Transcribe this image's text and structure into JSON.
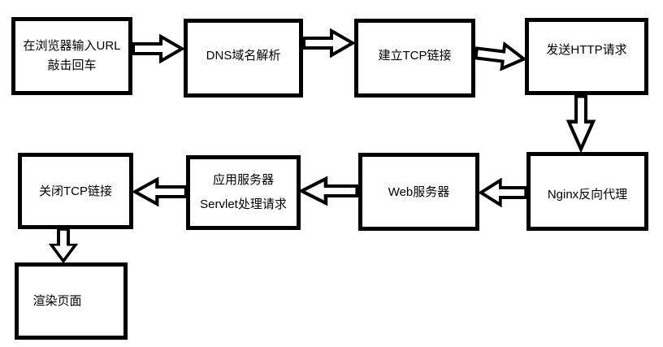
{
  "diagram": {
    "description": "Flowchart of handling a web request from URL input to page render",
    "background_color": "#ffffff",
    "box_border_color": "#000000",
    "box_fill_color": "#ffffff",
    "arrow_fill_color": "#ffffff",
    "arrow_stroke_color": "#000000",
    "boxes": {
      "browser": {
        "line1": "在浏览器输入URL",
        "line2": "敲击回车"
      },
      "dns": {
        "line1": "DNS域名解析"
      },
      "tcp": {
        "line1": "建立TCP链接"
      },
      "http": {
        "line1": "发送HTTP请求"
      },
      "nginx": {
        "line1": "Nginx反向代理"
      },
      "web": {
        "line1": "Web服务器"
      },
      "app": {
        "line1": "应用服务器",
        "line2": "Servlet处理请求"
      },
      "close": {
        "line1": "关闭TCP链接"
      },
      "render": {
        "line1": "渲染页面"
      }
    },
    "connections": [
      {
        "from": "browser",
        "to": "dns",
        "direction": "right"
      },
      {
        "from": "dns",
        "to": "tcp",
        "direction": "right"
      },
      {
        "from": "tcp",
        "to": "http",
        "direction": "right"
      },
      {
        "from": "http",
        "to": "nginx",
        "direction": "down"
      },
      {
        "from": "nginx",
        "to": "web",
        "direction": "left"
      },
      {
        "from": "web",
        "to": "app",
        "direction": "left"
      },
      {
        "from": "app",
        "to": "close",
        "direction": "left"
      },
      {
        "from": "close",
        "to": "render",
        "direction": "down"
      }
    ]
  }
}
